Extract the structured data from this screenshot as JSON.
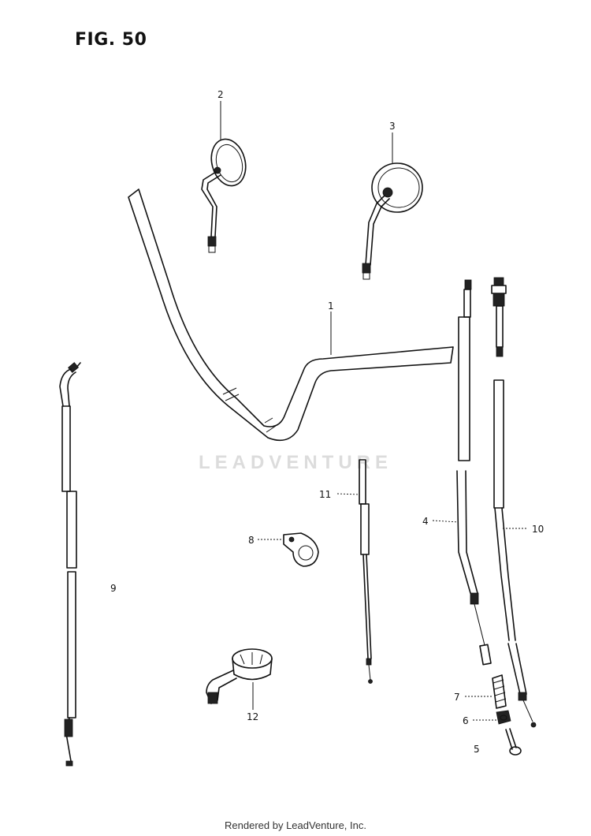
{
  "figure": {
    "title": "FIG. 50"
  },
  "watermark": "LEADVENTURE",
  "footer": "Rendered by LeadVenture, Inc.",
  "callouts": {
    "handlebar": "1",
    "mirror_left": "2",
    "mirror_right": "3",
    "cable_4": "4",
    "bolt_5": "5",
    "nut_6": "6",
    "adjuster_7": "7",
    "clamp_8": "8",
    "cable_9": "9",
    "cable_10": "10",
    "cable_11": "11",
    "throttle_grip_12": "12"
  }
}
